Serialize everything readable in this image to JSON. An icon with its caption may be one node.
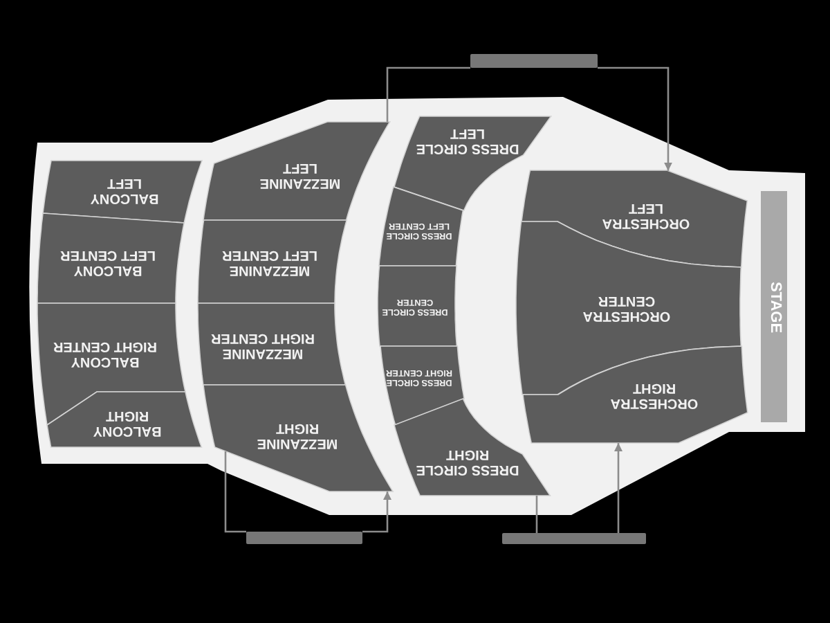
{
  "diagram": {
    "nodes": [
      {
        "text": [
          "BALCONY LEFT"
        ]
      },
      {
        "text": [
          "BALCONY LEFT CENTER"
        ]
      },
      {
        "text": [
          "BALCONY RIGHT CENTER"
        ]
      },
      {
        "text": [
          "BALCONY RIGHT"
        ]
      },
      {
        "text": [
          "MEZZANINE LEFT"
        ]
      },
      {
        "text": [
          "MEZZANINE LEFT CENTER"
        ]
      },
      {
        "text": [
          "MEZZANINE RIGHT CENTER"
        ]
      },
      {
        "text": [
          "MEZZANINE RIGHT"
        ]
      },
      {
        "text": [
          "DRESS CIRCLE LEFT"
        ]
      },
      {
        "text": [
          "DRESS CIRCLE LEFT CENTER"
        ]
      },
      {
        "text": [
          "DRESS CIRCLE CENTER"
        ]
      },
      {
        "text": [
          "DRESS CIRCLE RIGHT CENTER"
        ]
      },
      {
        "text": [
          "DRESS CIRCLE RIGHT"
        ]
      },
      {
        "text": [
          "ORCHESTRA LEFT"
        ]
      },
      {
        "text": [
          "ORCHESTRA CENTER"
        ]
      },
      {
        "text": [
          "ORCHESTRA RIGHT"
        ]
      },
      {
        "text": [
          "STAGE"
        ]
      },
      {
        "text": [],
        "shape": "bar"
      },
      {
        "text": [],
        "shape": "bar"
      },
      {
        "text": [],
        "shape": "bar"
      }
    ],
    "edges": [
      {
        "from": 17,
        "to": 4,
        "arrow": "none"
      },
      {
        "from": 17,
        "to": 13,
        "arrow": "to"
      },
      {
        "from": 18,
        "to": 7,
        "arrow": "none"
      },
      {
        "from": 18,
        "to": 7,
        "arrow": "to"
      },
      {
        "from": 19,
        "to": 12,
        "arrow": "none"
      },
      {
        "from": 19,
        "to": 15,
        "arrow": "to"
      }
    ]
  }
}
